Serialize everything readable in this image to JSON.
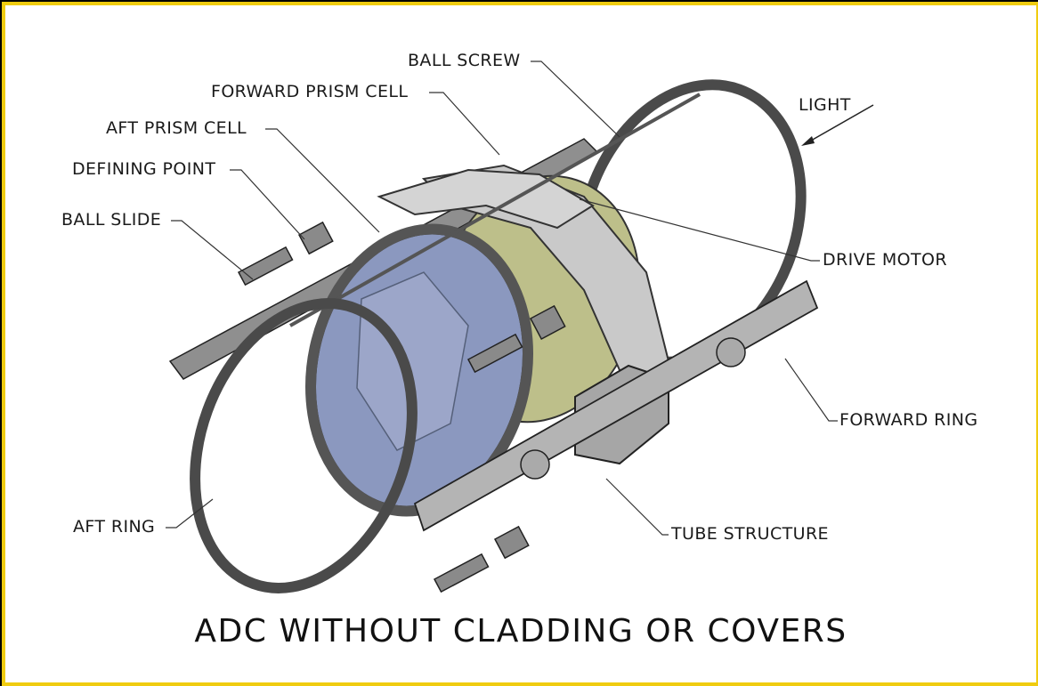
{
  "border_color": "#f0cc10",
  "labels": {
    "ball_screw": "BALL SCREW",
    "forward_prism_cell": "FORWARD PRISM CELL",
    "aft_prism_cell": "AFT PRISM CELL",
    "defining_point": "DEFINING POINT",
    "ball_slide": "BALL SLIDE",
    "light": "LIGHT",
    "drive_motor": "DRIVE MOTOR",
    "forward_ring": "FORWARD RING",
    "tube_structure": "TUBE STRUCTURE",
    "aft_ring": "AFT RING"
  },
  "caption": "ADC WITHOUT CLADDING OR COVERS"
}
